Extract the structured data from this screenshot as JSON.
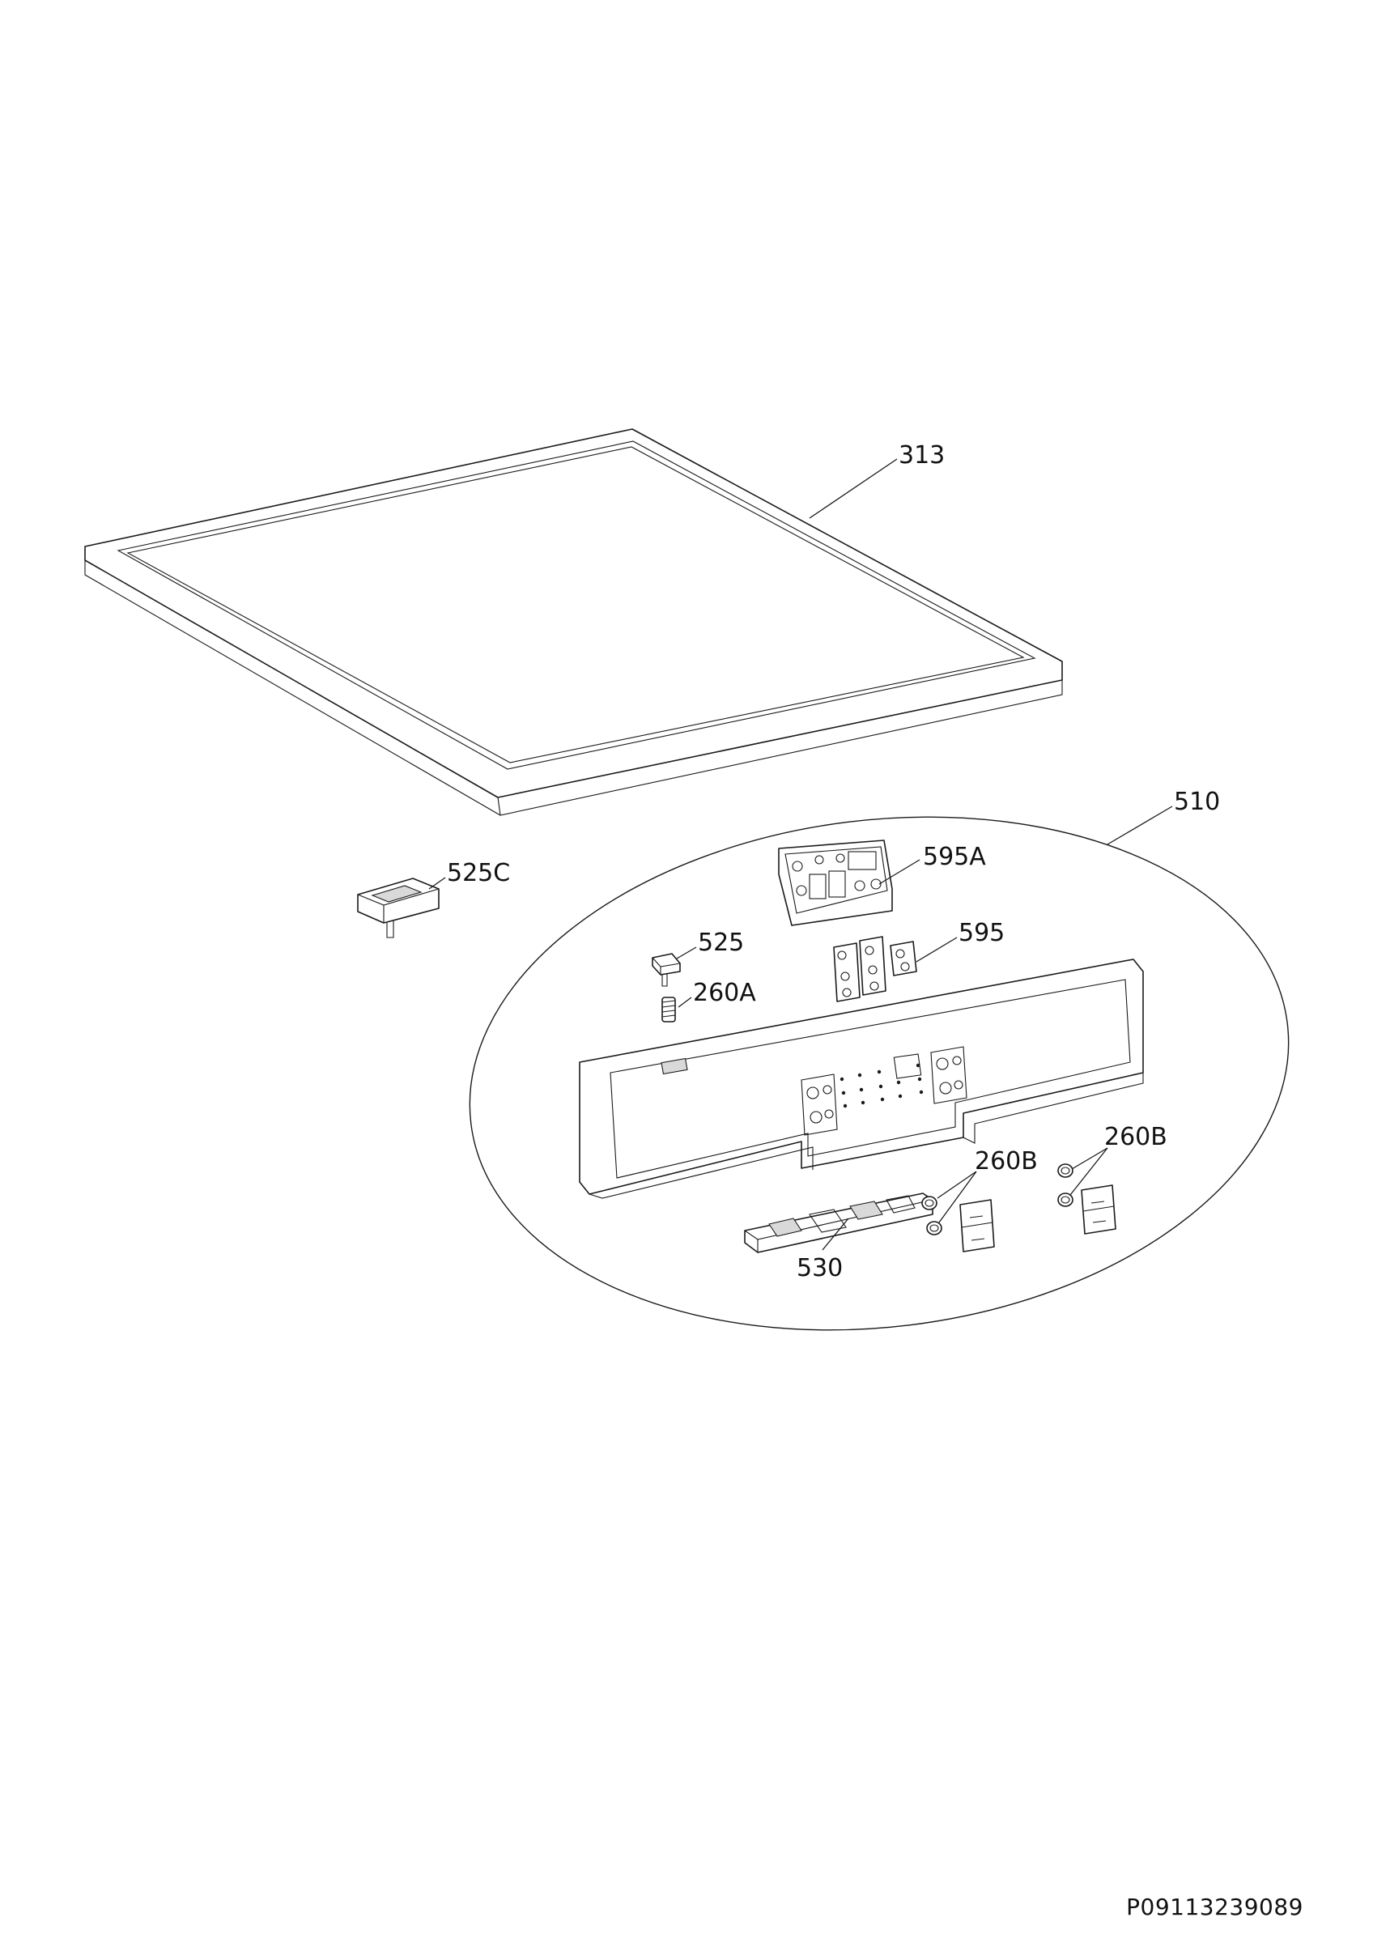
{
  "diagram": {
    "callouts": {
      "top_cover": "313",
      "control_panel_assembly": "510",
      "electronic_board_main": "595A",
      "electronic_board": "595",
      "knob_cap": "525C",
      "push_button": "525",
      "spring": "260A",
      "spring_right_1": "260B",
      "spring_right_2": "260B",
      "button_frame": "530"
    },
    "document_id": "P09113239089"
  }
}
